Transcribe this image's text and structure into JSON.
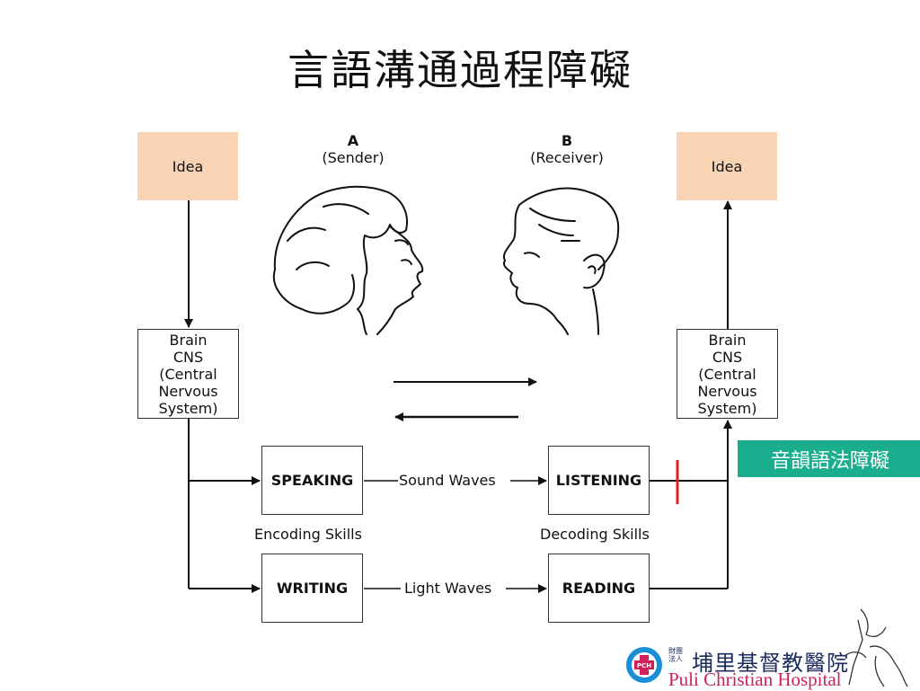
{
  "title": "言語溝通過程障礙",
  "sender": {
    "letter": "A",
    "role": "(Sender)"
  },
  "receiver": {
    "letter": "B",
    "role": "(Receiver)"
  },
  "idea_left": "Idea",
  "idea_right": "Idea",
  "brain_left": "Brain\nCNS\n(Central\nNervous\nSystem)",
  "brain_right": "Brain\nCNS\n(Central\nNervous\nSystem)",
  "speaking": "SPEAKING",
  "listening": "LISTENING",
  "writing": "WRITING",
  "reading": "READING",
  "sound_waves": "Sound Waves",
  "light_waves": "Light Waves",
  "encoding": "Encoding Skills",
  "decoding": "Decoding Skills",
  "tag": "音韻語法障礙",
  "logo": {
    "cn": "埔里基督教醫院",
    "en": "Puli Christian Hospital",
    "small_line1": "財團",
    "small_line2": "法人",
    "badge": "PCH"
  },
  "colors": {
    "idea": "#f9d4b4",
    "tag": "#1aae8f",
    "marker": "#e02020"
  }
}
